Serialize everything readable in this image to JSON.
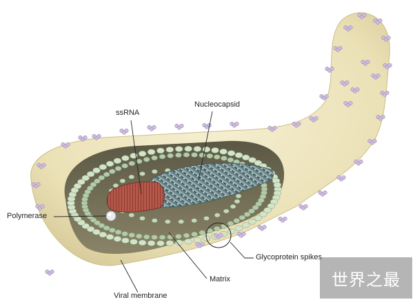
{
  "labels": {
    "ssrna": "ssRNA",
    "nucleocapsid": "Nucleocapsid",
    "polymerase": "Polymerase",
    "glycoprotein_spikes": "Glycoprotein spikes",
    "matrix": "Matrix",
    "viral_membrane": "Viral membrane"
  },
  "watermark": "世界之最",
  "colors": {
    "membrane": "#efe7c3",
    "membrane_shadow": "#d8cc9c",
    "interior": "#6f6a52",
    "matrix_beads": "#c9ddc0",
    "nucleocapsid": "#6f8f94",
    "ssrna": "#a34a3e",
    "spikes": "#c8b7d6"
  }
}
